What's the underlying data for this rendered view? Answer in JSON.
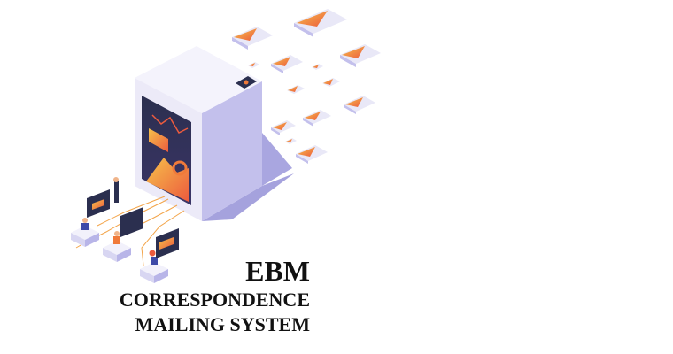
{
  "heading": {
    "line1": "EBM",
    "line2": "CORRESPONDENCE",
    "line3": "MAILING SYSTEM"
  },
  "colors": {
    "server": "#eceaf8",
    "server_side": "#c3c0ec",
    "accent": "#f07a3a",
    "screen": "#2b2f4f"
  }
}
